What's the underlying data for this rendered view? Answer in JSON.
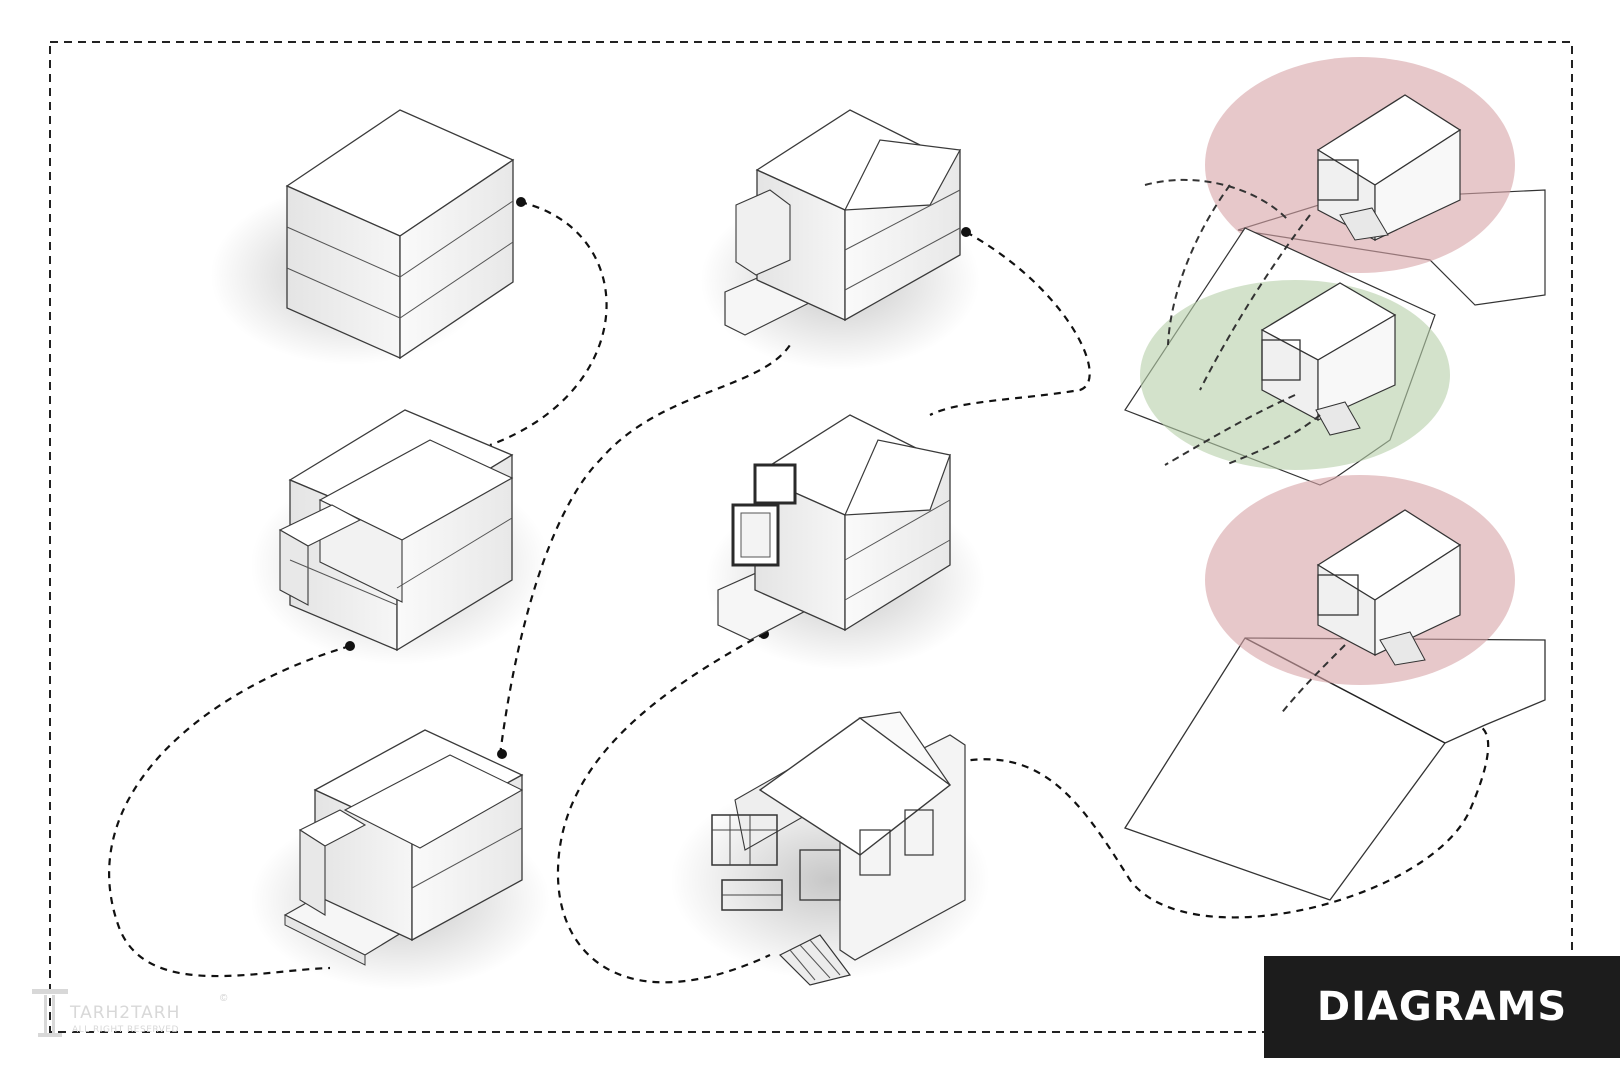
{
  "title": {
    "text": "DIAGRAMS"
  },
  "logo": {
    "name": "TARH2TARH",
    "copyright": "©",
    "tagline": "ALL RIGHT RESERVED"
  },
  "colors": {
    "frame": "#222222",
    "title_bg": "#1c1c1c",
    "title_text": "#ffffff",
    "zone_red": "#d7a3a6",
    "zone_green": "#b6cfa8",
    "massing_fill": "#ffffff",
    "massing_stroke": "#3a3a3a"
  },
  "icons": {
    "step_markers": "filled-circle-dot",
    "flow_arrows": "dashed-arrow-icon"
  },
  "diagram_steps": [
    {
      "name": "base-volume"
    },
    {
      "name": "shifted-volumes"
    },
    {
      "name": "offset-volumes-on-plinth"
    },
    {
      "name": "pitched-roof-volumes"
    },
    {
      "name": "carved-frames"
    },
    {
      "name": "detailed-house"
    }
  ],
  "site_analysis": [
    {
      "name": "view-zone-top",
      "zone": "red"
    },
    {
      "name": "view-zone-middle",
      "zone": "green"
    },
    {
      "name": "view-zone-bottom",
      "zone": "red"
    }
  ]
}
